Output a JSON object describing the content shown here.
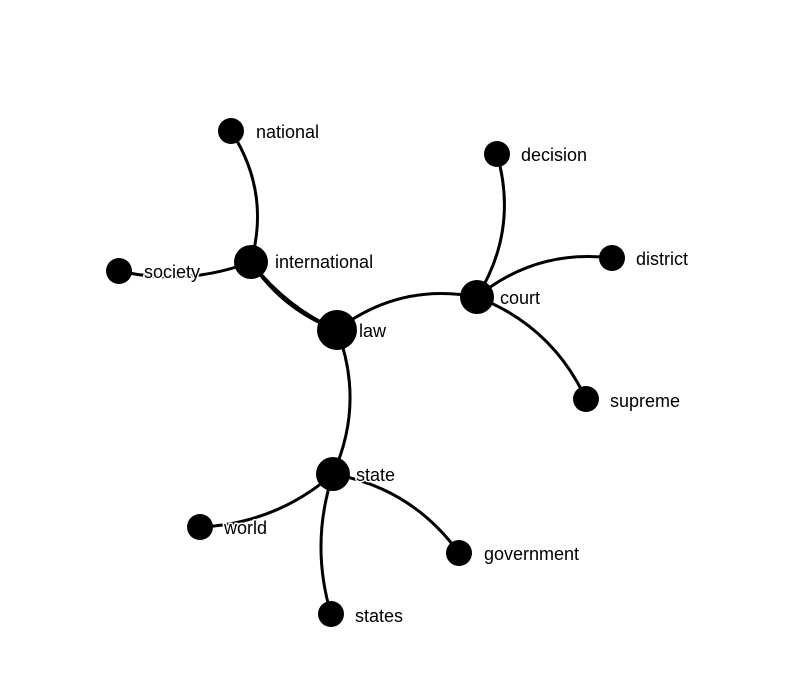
{
  "graph": {
    "nodes": [
      {
        "id": "law",
        "label": "law"
      },
      {
        "id": "international",
        "label": "international"
      },
      {
        "id": "court",
        "label": "court"
      },
      {
        "id": "state",
        "label": "state"
      },
      {
        "id": "national",
        "label": "national"
      },
      {
        "id": "society",
        "label": "society"
      },
      {
        "id": "decision",
        "label": "decision"
      },
      {
        "id": "district",
        "label": "district"
      },
      {
        "id": "supreme",
        "label": "supreme"
      },
      {
        "id": "world",
        "label": "world"
      },
      {
        "id": "government",
        "label": "government"
      },
      {
        "id": "states",
        "label": "states"
      }
    ],
    "edges": [
      {
        "source": "law",
        "target": "international"
      },
      {
        "source": "international",
        "target": "law"
      },
      {
        "source": "law",
        "target": "court"
      },
      {
        "source": "law",
        "target": "state"
      },
      {
        "source": "international",
        "target": "national"
      },
      {
        "source": "international",
        "target": "society"
      },
      {
        "source": "court",
        "target": "decision"
      },
      {
        "source": "court",
        "target": "district"
      },
      {
        "source": "court",
        "target": "supreme"
      },
      {
        "source": "state",
        "target": "world"
      },
      {
        "source": "state",
        "target": "government"
      },
      {
        "source": "state",
        "target": "states"
      }
    ]
  }
}
